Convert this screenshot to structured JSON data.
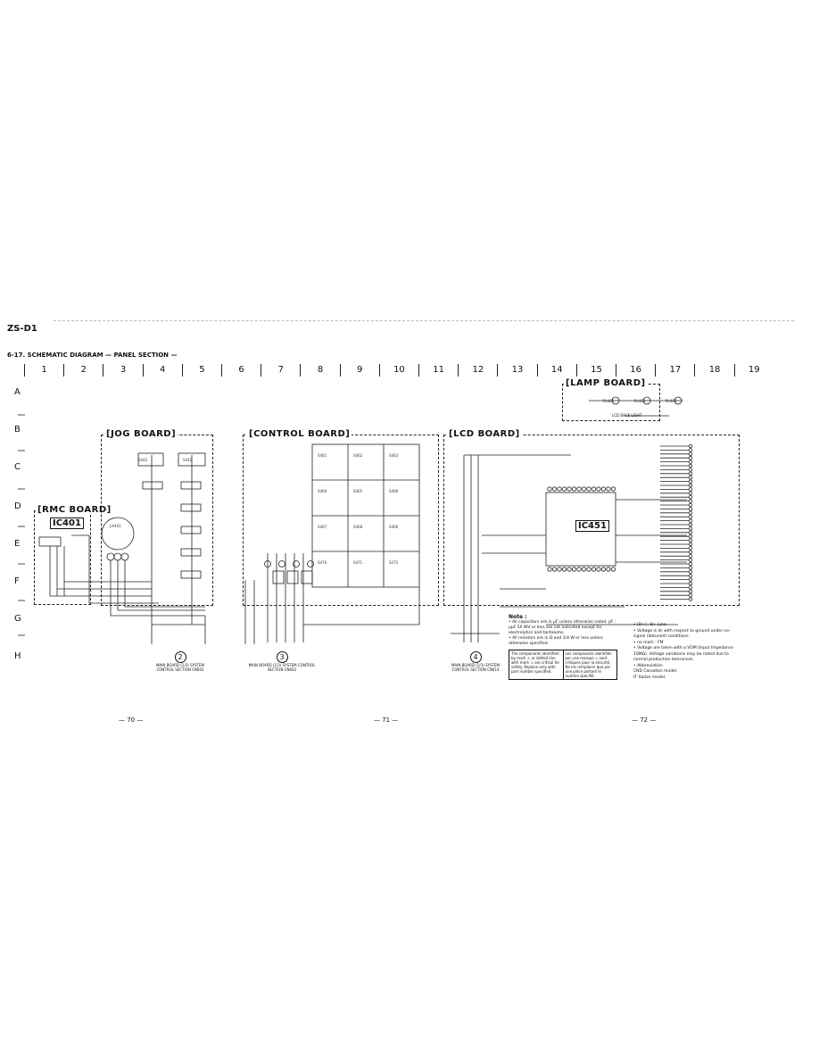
{
  "model": "ZS-D1",
  "section_title": "6-17. SCHEMATIC DIAGRAM — PANEL SECTION —",
  "columns": [
    "1",
    "2",
    "3",
    "4",
    "5",
    "6",
    "7",
    "8",
    "9",
    "10",
    "11",
    "12",
    "13",
    "14",
    "15",
    "16",
    "17",
    "18",
    "19"
  ],
  "rows": [
    "A",
    "B",
    "C",
    "D",
    "E",
    "F",
    "G",
    "H"
  ],
  "boards": {
    "rmc": "[RMC BOARD]",
    "jog": "[JOG BOARD]",
    "control": "[CONTROL BOARD]",
    "lcd": "[LCD BOARD]",
    "lamp": "[LAMP BOARD]"
  },
  "ics": {
    "rmc": "IC401",
    "lcd": "IC451"
  },
  "connectors": [
    {
      "num": "2",
      "label": "MAIN BOARD (1/3) SYSTEM CONTROL SECTION CN602"
    },
    {
      "num": "3",
      "label": "MAIN BOARD (1/3) SYSTEM CONTROL SECTION CN602"
    },
    {
      "num": "4",
      "label": "MAIN BOARD (1/3) SYSTEM CONTROL SECTION CN614"
    }
  ],
  "lamp_caption": "LCD BACK LIGHT",
  "note": {
    "heading": "Note :",
    "lines": [
      "• All capacitors are in µF unless otherwise noted. pF : µµF 50 WV or less are not indicated except for electrolytics and tantalums.",
      "• All resistors are in Ω and 1/4 W or less unless otherwise specified."
    ],
    "warning_en": "The components identified by mark ⚠ or dotted line with mark ⚠ are critical for safety. Replace only with part number specified.",
    "warning_fr": "Les composants identifiés par une marque ⚠ sont critiques pour la sécurité. Ne les remplacer que par une pièce portant le numéro spécifié."
  },
  "legend": [
    "• [B+] : B+ Line.",
    "• Voltage is dc with respect to ground under no-signal (detuned) conditions.",
    "• no mark : FM",
    "• Voltage are taken with a VOM (Input Impedance 10MΩ). Voltage variations may be noted due to normal production tolerances.",
    "• Abbreviation",
    "CND      Canadian model.",
    "IT        Italian model."
  ],
  "pages": [
    "— 70 —",
    "— 71 —",
    "— 72 —"
  ]
}
